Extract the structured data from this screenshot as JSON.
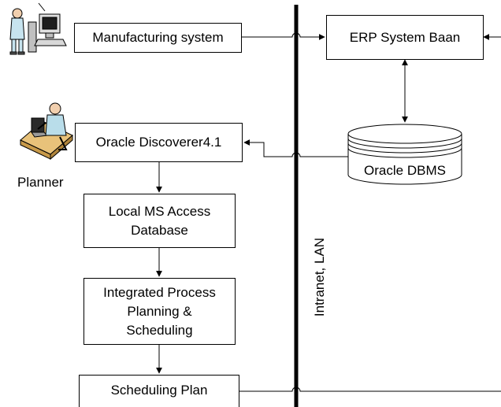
{
  "nodes": {
    "manufacturing": "Manufacturing system",
    "erp": "ERP System Baan",
    "discoverer": "Oracle Discoverer4.1",
    "dbms": "Oracle DBMS",
    "planner": "Planner",
    "access": "Local MS Access\nDatabase",
    "ipps": "Integrated Process\nPlanning &\nScheduling",
    "plan": "Scheduling Plan"
  },
  "network_label": "Intranet, LAN",
  "icons": [
    "user-computer-icon",
    "planner-desk-icon"
  ]
}
